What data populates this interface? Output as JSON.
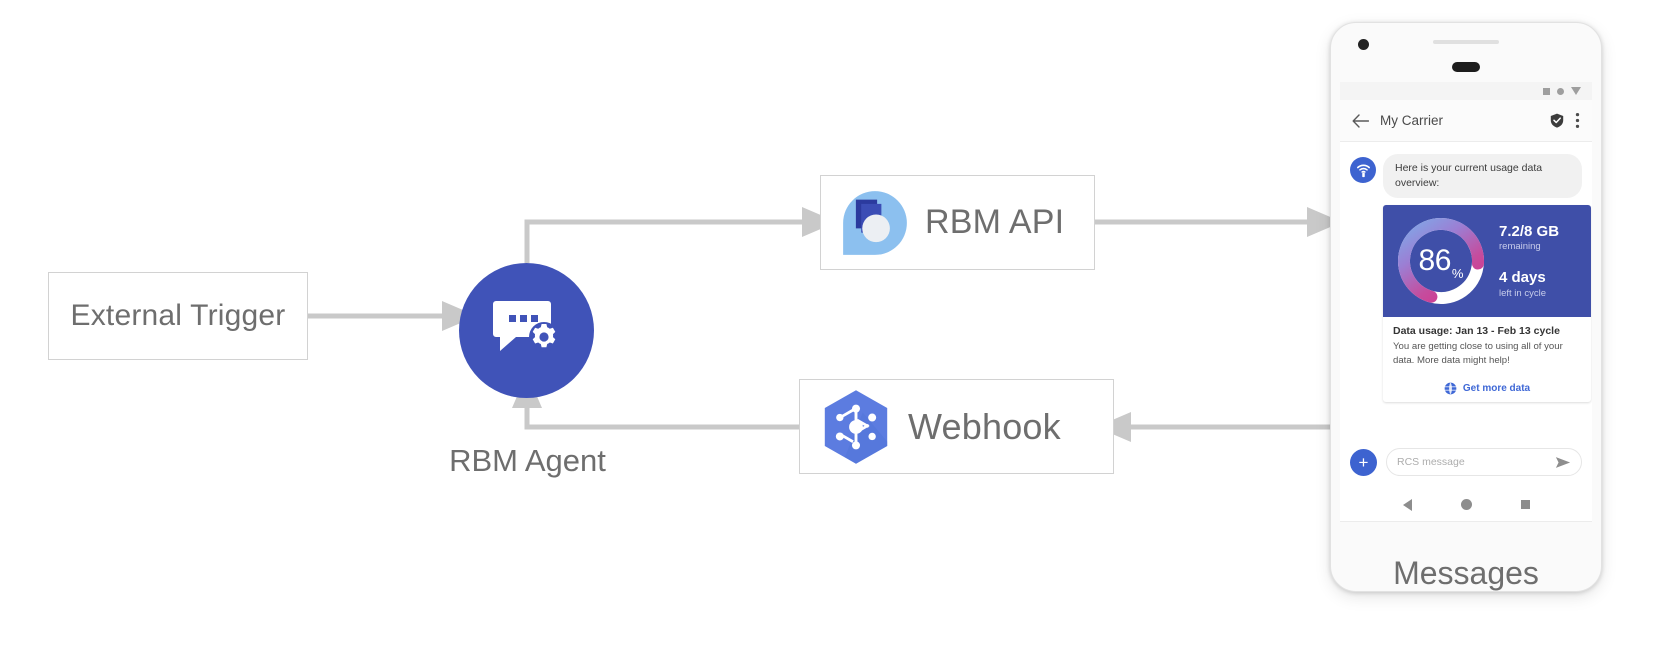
{
  "diagram": {
    "nodes": {
      "external_trigger": {
        "label": "External Trigger"
      },
      "rbm_agent": {
        "label": "RBM Agent",
        "icon": "chat-bubble-gear-icon"
      },
      "rbm_api": {
        "label": "RBM API",
        "icon": "rbm-api-logo-icon"
      },
      "webhook": {
        "label": "Webhook",
        "icon": "cloud-functions-hexagon-icon"
      },
      "messages": {
        "label": "Messages"
      }
    },
    "connector_color": "#c9c9c9",
    "accent_color": "#4053b8"
  },
  "phone": {
    "status_bar": {
      "icons": [
        "square-icon",
        "circle-icon",
        "triangle-down-icon"
      ]
    },
    "app_bar": {
      "back_icon": "back-arrow-icon",
      "title": "My Carrier",
      "verified_icon": "shield-check-icon",
      "overflow_icon": "more-vertical-icon"
    },
    "conversation": {
      "avatar_icon": "signal-tower-icon",
      "message": "Here is your current usage data overview:",
      "card": {
        "gauge": {
          "percent": "86",
          "percent_symbol": "%",
          "value": 86,
          "gradient": [
            "#7fa9e8",
            "#9b7fd4",
            "#c44d9e",
            "#d6348c"
          ],
          "track_color": "#ffffff"
        },
        "stats": [
          {
            "main": "7.2/8 GB",
            "sub": "remaining"
          },
          {
            "main": "4 days",
            "sub": "left in cycle"
          }
        ],
        "hero_bg": "#3f4fa8",
        "title": "Data usage: Jan 13 - Feb 13 cycle",
        "description": "You are getting close to using all of your data. More data might help!",
        "action": {
          "icon": "globe-icon",
          "label": "Get more data",
          "color": "#3f68d6"
        }
      }
    },
    "composer": {
      "plus_icon": "plus-icon",
      "placeholder": "RCS message",
      "send_icon": "send-icon"
    },
    "nav_bar": {
      "back_icon": "nav-back-triangle-icon",
      "home_icon": "nav-home-circle-icon",
      "recents_icon": "nav-recents-square-icon"
    }
  }
}
